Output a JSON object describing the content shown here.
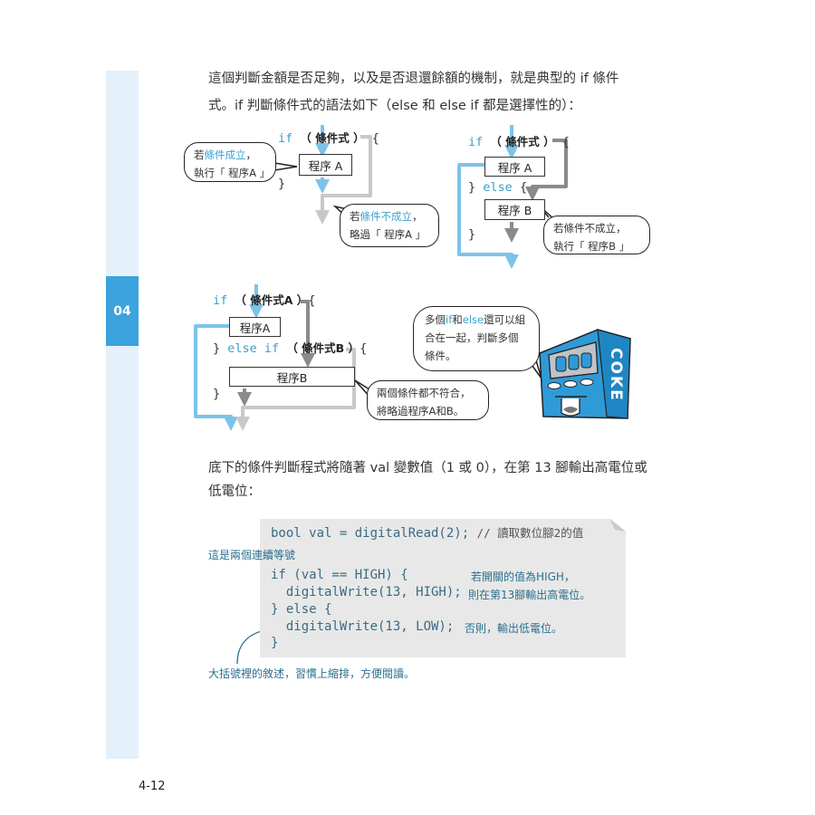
{
  "sidebar": {
    "chapter": "04"
  },
  "page_number": "4-12",
  "intro": {
    "line1": "這個判斷金額是否足夠，以及是否退還餘額的機制，就是典型的 if 條件",
    "line2": "式。if 判斷條件式的語法如下（else 和 else if 都是選擇性的）："
  },
  "diagram1": {
    "kw_if": "if",
    "cond": "（ 條件式 ）",
    "brace_open": "{",
    "brace_close": "}",
    "box_a": "程序 A",
    "bubble_left": {
      "pre": "若",
      "hl": "條件成立",
      "post": "，",
      "line2": "執行「 程序A 」"
    },
    "bubble_right": {
      "pre": "若",
      "hl": "條件不成立",
      "post": "，",
      "line2": "略過「 程序A 」"
    }
  },
  "diagram2": {
    "kw_if": "if",
    "cond": "（ 條件式 ）",
    "brace_open": "{",
    "close_else_pre": "}",
    "kw_else": "else",
    "close_else_post": "{",
    "brace_close": "}",
    "box_a": "程序 A",
    "box_b": "程序 B",
    "bubble": {
      "line1": "若條件不成立，",
      "line2": "執行「 程序B 」"
    }
  },
  "diagram3": {
    "kw_if": "if",
    "cond_a": "（ 條件式A ）",
    "brace_open": "{",
    "close_else_pre": "}",
    "kw_else_if": "else if",
    "cond_b": "（ 條件式B ）",
    "brace_open_b": "{",
    "brace_close": "}",
    "box_a": "程序A",
    "box_b": "程序B",
    "bubble": {
      "line1": "兩個條件都不符合，",
      "line2": "將略過程序A和B。"
    },
    "mascot_bubble": {
      "p1": "多個",
      "hl1": "if",
      "p2": "和",
      "hl2": "else",
      "p3": "還可以組",
      "line2": "合在一起，判斷多個",
      "line3": "條件。"
    },
    "mascot_logo": "COKE"
  },
  "para2": {
    "line1": "底下的條件判斷程式將隨著 val 變數值（1 或 0），在第 13 腳輸出高電位或",
    "line2": "低電位："
  },
  "code": {
    "l1": "bool val = digitalRead(2);",
    "l1_comment": "// 讀取數位腳2的值",
    "l2": "if (val == HIGH) {",
    "l3": "  digitalWrite(13, HIGH);",
    "l4": "} else {",
    "l5": "  digitalWrite(13, LOW);",
    "l6": "}"
  },
  "annotations": {
    "double_equals": "這是兩個連續等號",
    "high1": "若開關的值為HIGH，",
    "high2": "則在第13腳輸出高電位。",
    "low": "否則，輸出低電位。",
    "indent": "大括號裡的敘述，習慣上縮排，方便閱讀。"
  },
  "colors": {
    "accent": "#3ba3dd",
    "arrow_blue": "#7cc3ea",
    "arrow_gray": "#c8c8c8",
    "arrow_dark": "#8a8a8a"
  }
}
